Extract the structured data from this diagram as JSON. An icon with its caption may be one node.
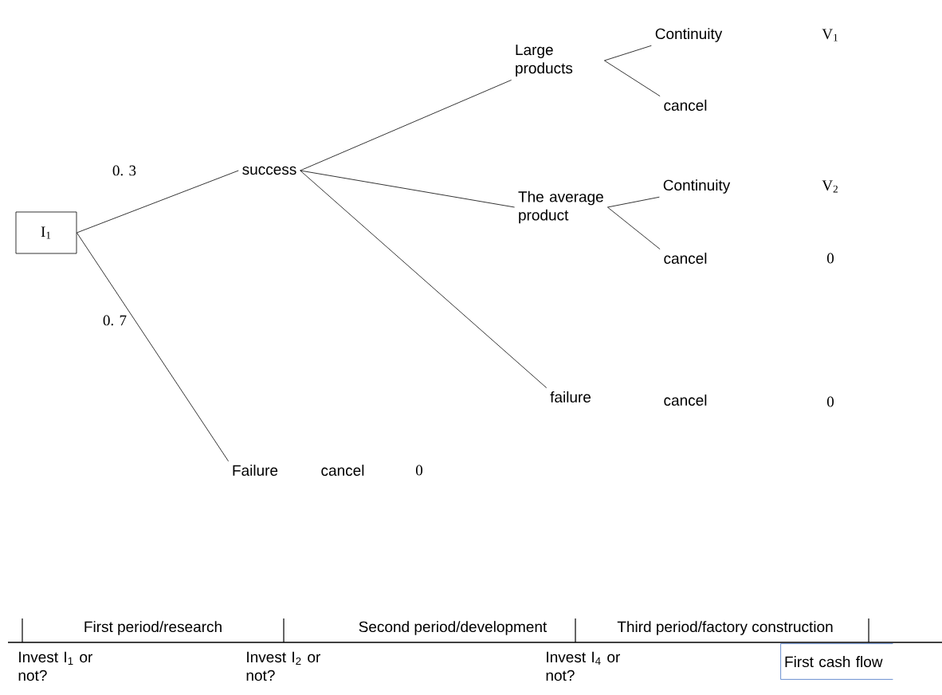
{
  "diagram": {
    "nodes": [
      {
        "text": [
          "I$_{1}$"
        ]
      },
      {
        "text": [
          "success"
        ]
      },
      {
        "text": [
          "Large products"
        ]
      },
      {
        "text": [
          "The average product"
        ]
      },
      {
        "text": [
          "failure"
        ]
      },
      {
        "text": [
          "Continuity"
        ]
      },
      {
        "text": [
          "cancel"
        ]
      },
      {
        "text": [
          "Continuity"
        ]
      },
      {
        "text": [
          "cancel"
        ]
      },
      {
        "text": [
          "Failure"
        ]
      },
      {
        "text": [
          "First cash flow"
        ]
      }
    ],
    "edges": [
      {
        "from": 0,
        "to": 1,
        "arrow": "none",
        "label": "0. 3"
      },
      {
        "from": 0,
        "to": 9,
        "arrow": "none",
        "label": "0. 7"
      },
      {
        "from": 1,
        "to": 2,
        "arrow": "none"
      },
      {
        "from": 1,
        "to": 3,
        "arrow": "none"
      },
      {
        "from": 1,
        "to": 4,
        "arrow": "none"
      },
      {
        "from": 2,
        "to": 5,
        "arrow": "none"
      },
      {
        "from": 2,
        "to": 6,
        "arrow": "none"
      },
      {
        "from": 3,
        "to": 7,
        "arrow": "none"
      },
      {
        "from": 3,
        "to": 8,
        "arrow": "none"
      }
    ],
    "labels": [
      "V$_{1}$",
      "V$_{2}$",
      "0",
      "cancel",
      "0",
      "cancel",
      "0",
      "First period/research",
      "Second period/development",
      "Third period/factory construction",
      "Invest I$_{1}$ or not?",
      "Invest I$_{2}$ or not?",
      "Invest I$_{4}$ or not?"
    ]
  }
}
